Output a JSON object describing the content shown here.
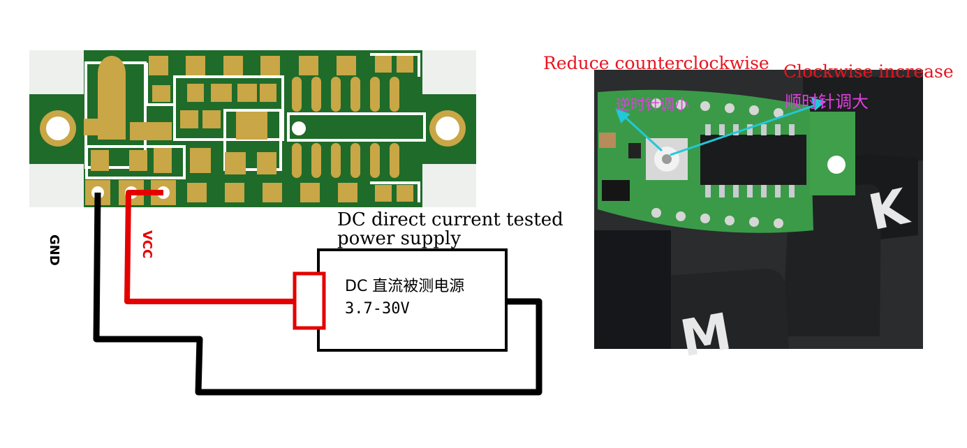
{
  "pcb": {
    "pin_gnd": "GND",
    "pin_vcc": "VCC"
  },
  "power_supply": {
    "caption_line1": "DC direct current tested",
    "caption_line2": "power supply",
    "box_title": "DC 直流被测电源",
    "box_range": "3.7-30V"
  },
  "photo": {
    "label_reduce_en": "Reduce counterclockwise",
    "label_reduce_cn": "逆时针调小",
    "label_increase_en": "Clockwise increase",
    "label_increase_cn": "顺时针调大",
    "key_letter_k": "K",
    "key_letter_m": "M"
  },
  "colors": {
    "pcb_green": "#1f6b2a",
    "pad_gold": "#c9a646",
    "wire_red": "#e50000",
    "wire_black": "#000000",
    "label_red": "#e8141e",
    "label_magenta": "#e040e0",
    "arrow_cyan": "#22c8d8"
  }
}
